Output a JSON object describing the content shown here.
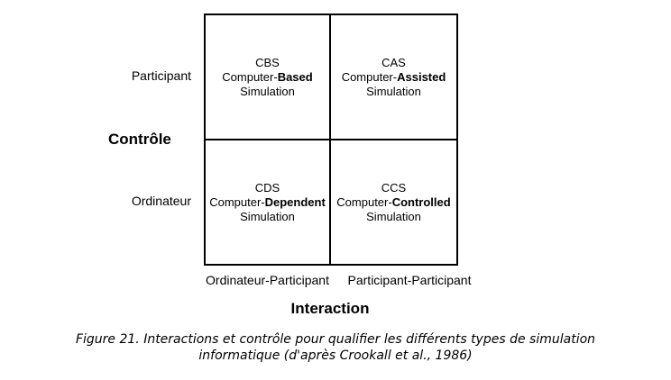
{
  "diagram": {
    "rows": [
      {
        "label": "Participant"
      },
      {
        "label": "Ordinateur"
      }
    ],
    "columns": [
      {
        "label": "Ordinateur-Participant"
      },
      {
        "label": "Participant-Participant"
      }
    ],
    "y_axis_title": "Contrôle",
    "x_axis_title": "Interaction",
    "cells": {
      "top_left": {
        "acronym": "CBS",
        "prefix": "Computer-",
        "emphasis": "Based",
        "suffix": "Simulation"
      },
      "top_right": {
        "acronym": "CAS",
        "prefix": "Computer-",
        "emphasis": "Assisted",
        "suffix": "Simulation"
      },
      "bottom_left": {
        "acronym": "CDS",
        "prefix": "Computer-",
        "emphasis": "Dependent",
        "suffix": "Simulation"
      },
      "bottom_right": {
        "acronym": "CCS",
        "prefix": "Computer-",
        "emphasis": "Controlled",
        "suffix": "Simulation"
      }
    }
  },
  "caption": {
    "line1": "Figure 21. Interactions et contrôle pour qualifier les différents types de simulation",
    "line2": "informatique (d'après Crookall et al., 1986)"
  }
}
